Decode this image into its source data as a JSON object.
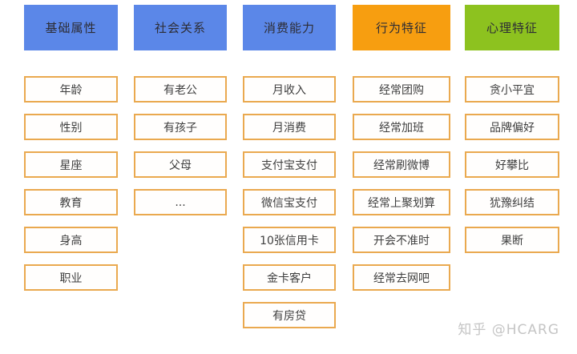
{
  "colors": {
    "header_blue": "#5b87e8",
    "header_orange": "#f79e10",
    "header_green": "#8dc21f",
    "item_border": "#eaa94f",
    "item_text": "#3f3f3f",
    "header_text": "#2d2d35",
    "watermark_text": "#c5c5c5"
  },
  "columns": [
    {
      "header": "基础属性",
      "color": "blue",
      "items": [
        "年龄",
        "性别",
        "星座",
        "教育",
        "身高",
        "职业"
      ]
    },
    {
      "header": "社会关系",
      "color": "blue",
      "items": [
        "有老公",
        "有孩子",
        "父母",
        "..."
      ]
    },
    {
      "header": "消费能力",
      "color": "blue",
      "items": [
        "月收入",
        "月消费",
        "支付宝支付",
        "微信宝支付",
        "10张信用卡",
        "金卡客户",
        "有房贷"
      ]
    },
    {
      "header": "行为特征",
      "color": "orange",
      "items": [
        "经常团购",
        "经常加班",
        "经常刷微博",
        "经常上聚划算",
        "开会不准时",
        "经常去网吧"
      ]
    },
    {
      "header": "心理特征",
      "color": "green",
      "items": [
        "贪小平宜",
        "品牌偏好",
        "好攀比",
        "犹豫纠结",
        "果断"
      ]
    }
  ],
  "watermark": "知乎 @HCARG"
}
